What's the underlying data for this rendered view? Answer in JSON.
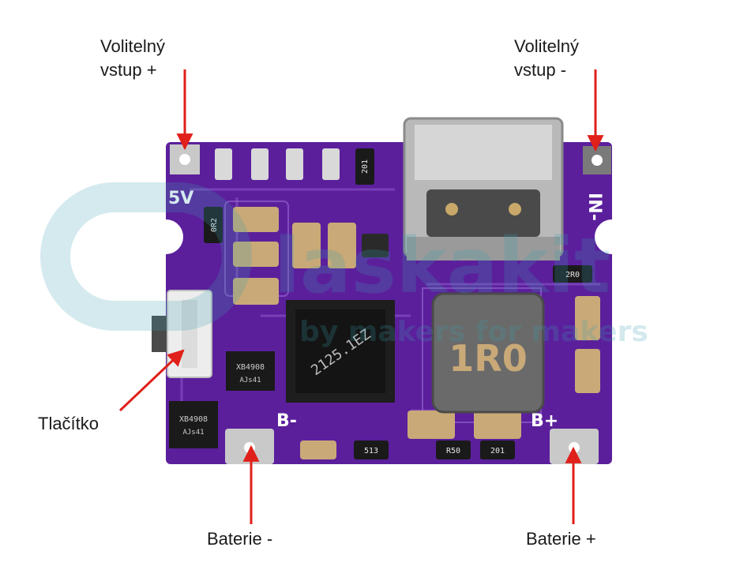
{
  "labels": {
    "input_plus": "Volitelný\nvstup +",
    "input_minus": "Volitelný\nvstup -",
    "button": "Tlačítko",
    "battery_minus": "Baterie -",
    "battery_plus": "Baterie +"
  },
  "board": {
    "silk_5v": "5V",
    "silk_in_minus": "IN-",
    "silk_b_minus": "B-",
    "silk_b_plus": "B+",
    "ic_main": "2125.1EZ",
    "inductor": "1R0",
    "mosfet_1": "XB4908",
    "mosfet_1_sub": "AJs41",
    "mosfet_2": "XB4908",
    "mosfet_2_sub": "AJs41",
    "res_201_top": "201",
    "res_0r2": "0R2",
    "res_2r0": "2R0",
    "res_513": "513",
    "res_r50": "R50",
    "res_201_bottom": "201"
  },
  "watermark": {
    "brand": "laskakit",
    "tagline": "by makers for makers"
  },
  "colors": {
    "pcb": "#5b1f9c",
    "pcb_dark": "#3f1170",
    "pad": "#c9c9c9",
    "arrow": "#e0201a"
  }
}
